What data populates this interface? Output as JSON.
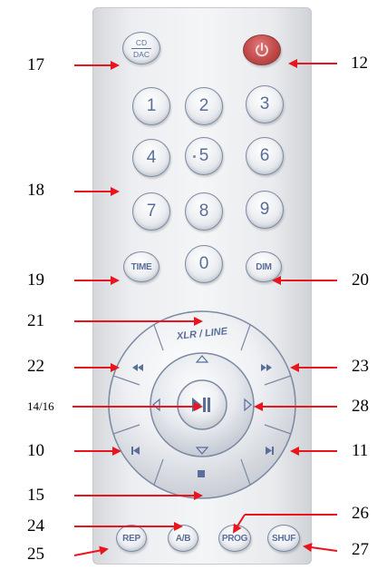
{
  "buttons": {
    "cd_dac_top": "CD",
    "cd_dac_bottom": "DAC",
    "digits": [
      "1",
      "2",
      "3",
      "4",
      "5",
      "6",
      "7",
      "8",
      "9",
      "0"
    ],
    "time": "TIME",
    "dim": "DIM",
    "xlr_line": "XLR / LINE",
    "rep": "REP",
    "ab": "A/B",
    "prog": "PROG",
    "shuf": "SHUF",
    "icons": {
      "power": "power-icon",
      "rewind": "rewind-icon",
      "fast_forward": "fast-forward-icon",
      "play_pause": "play-pause-icon",
      "previous": "skip-previous-icon",
      "next": "skip-next-icon",
      "stop": "stop-icon",
      "up": "up-arrow-icon",
      "down": "down-arrow-icon",
      "left": "left-arrow-icon",
      "right": "right-arrow-icon"
    }
  },
  "callouts": {
    "c17": "17",
    "c12": "12",
    "c18": "18",
    "c19": "19",
    "c20": "20",
    "c21": "21",
    "c22": "22",
    "c23": "23",
    "c14_16": "14/16",
    "c28": "28",
    "c10": "10",
    "c11": "11",
    "c15": "15",
    "c24": "24",
    "c26": "26",
    "c25": "25",
    "c27": "27"
  },
  "colors": {
    "remote_body": "#eceef1",
    "button_text": "#5a6e9a",
    "power_button": "#c24a4a",
    "arrow": "#e8141e"
  }
}
